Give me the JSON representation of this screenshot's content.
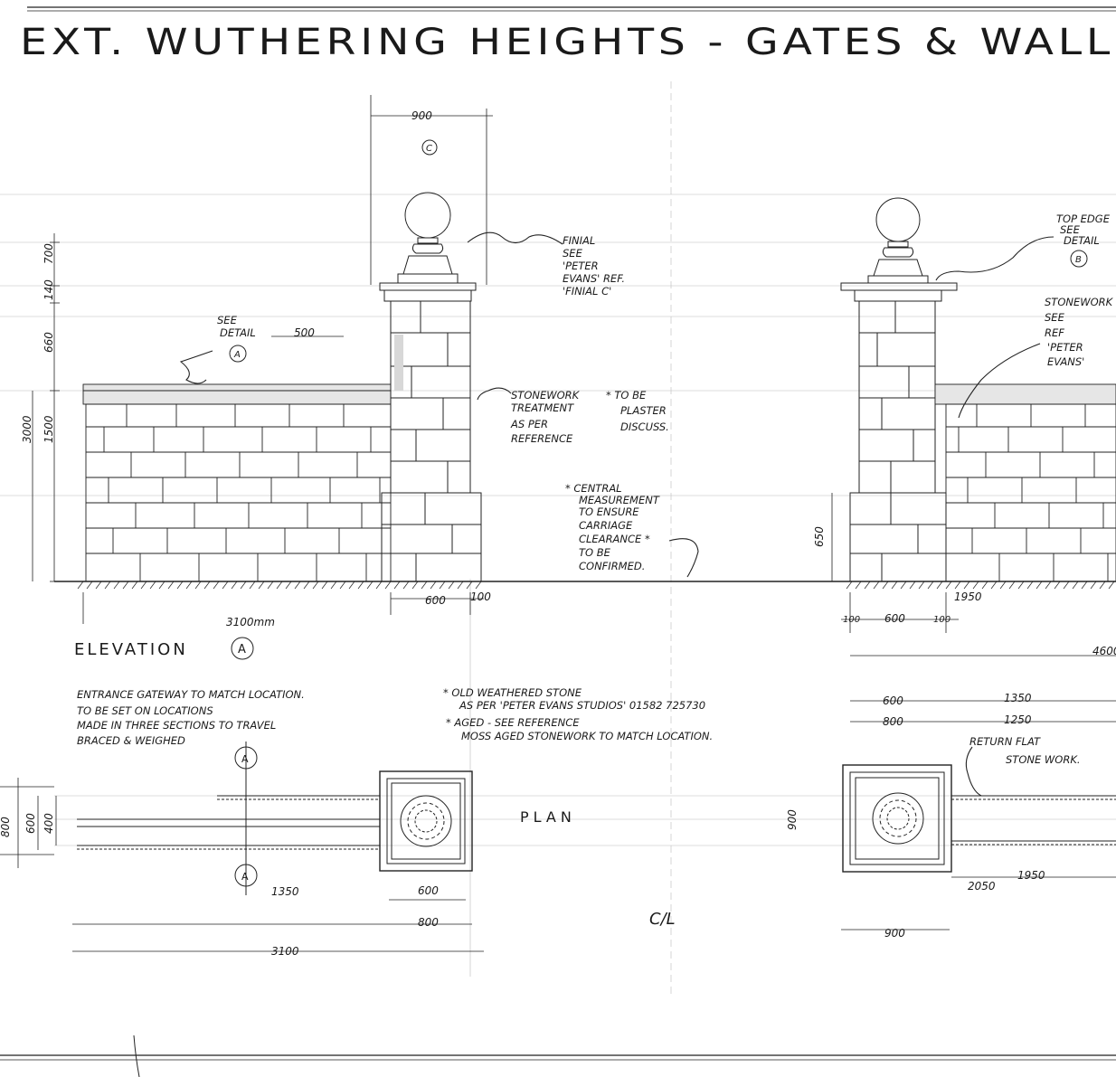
{
  "title": "EXT. WUTHERING HEIGHTS - GATES & WALL",
  "elevation_label": "ELEVATION",
  "elevation_mark": "A",
  "plan_label": "PLAN",
  "centerline_label": "C/L",
  "dimensions": {
    "pier_width_top": "900",
    "pier_ref": "C",
    "h_700": "700",
    "h_140": "140",
    "h_660": "660",
    "h_1500": "1500",
    "h_3000": "3000",
    "h_650": "650",
    "coping_500": "500",
    "base_600": "600",
    "base_100": "100",
    "wall_3100mm": "3100mm",
    "r_1950": "1950",
    "r_100a": "100",
    "r_600": "600",
    "r_100b": "100",
    "r_4600": "4600",
    "r_1350": "1350",
    "r_1250": "1250",
    "p_800": "800",
    "p_600": "600",
    "p_400": "400",
    "p_900": "900",
    "p_1350": "1350",
    "p_600b": "600",
    "p_800b": "800",
    "p_3100": "3100",
    "p_2050": "2050",
    "p_1950": "1950",
    "p_900b": "900",
    "p_800r": "800",
    "p_600r": "600"
  },
  "notes": {
    "see_detail_a": [
      "SEE",
      "DETAIL"
    ],
    "detail_a_mark": "A",
    "finial": [
      "FINIAL",
      "SEE",
      "'PETER",
      "EVANS' REF.",
      "'FINIAL C'"
    ],
    "stonework": [
      "STONEWORK",
      "TREATMENT",
      "AS PER",
      "REFERENCE"
    ],
    "plaster": [
      "* TO BE",
      "PLASTER",
      "DISCUSS."
    ],
    "central": [
      "* CENTRAL",
      "MEASUREMENT",
      "TO ENSURE",
      "CARRIAGE",
      "CLEARANCE *",
      "TO BE",
      "CONFIRMED."
    ],
    "top_edge": [
      "TOP EDGE",
      "SEE",
      "DETAIL"
    ],
    "detail_b_mark": "B",
    "stonework_r": [
      "STONEWORK",
      "SEE",
      "REF",
      "'PETER",
      "EVANS'"
    ],
    "entrance": [
      "ENTRANCE GATEWAY TO MATCH LOCATION.",
      "TO BE SET ON LOCATIONS",
      "MADE IN THREE SECTIONS TO TRAVEL",
      "BRACED & WEIGHED"
    ],
    "stone": [
      "* OLD WEATHERED STONE",
      "AS PER 'PETER EVANS STUDIOS' 01582 725730",
      "* AGED - SEE REFERENCE",
      "MOSS AGED STONEWORK TO MATCH LOCATION."
    ],
    "return_flat": [
      "RETURN FLAT",
      "STONE WORK."
    ]
  }
}
